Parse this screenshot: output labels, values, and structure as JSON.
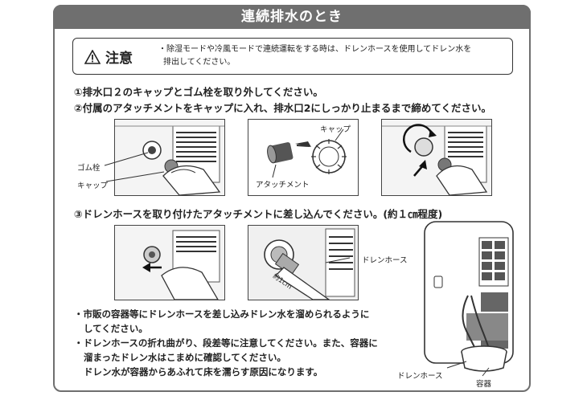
{
  "header": {
    "title": "連続排水のとき"
  },
  "caution": {
    "icon": "warning-triangle-icon",
    "label": "注意",
    "text_line1": "・除湿モードや冷風モードで連続運転をする時は、ドレンホースを使用してドレン水を",
    "text_line2": "排出してください。"
  },
  "steps": {
    "s1": "①排水口２のキャップとゴム栓を取り外してください。",
    "s2": "②付属のアタッチメントをキャップに入れ、排水口2にしっかり止まるまで締めてください。",
    "s3": "③ドレンホースを取り付けたアタッチメントに差し込んでください。(約１㎝程度)"
  },
  "labels": {
    "rubber_plug": "ゴム栓",
    "cap_left": "キャップ",
    "cap_center": "キャップ",
    "attachment": "アタッチメント",
    "drain_hose_mid": "ドレンホース",
    "approx_1cm": "約1cm",
    "drain_hose_bottom": "ドレンホース",
    "container": "容器"
  },
  "notes": {
    "n1a": "・市販の容器等にドレンホースを差し込みドレン水を溜められるように",
    "n1b": "してください。",
    "n2a": "・ドレンホースの折れ曲がり、段差等に注意してください。また、容器に",
    "n2b": "溜まったドレン水はこまめに確認してください。",
    "n2c": "ドレン水が容器からあふれて床を濡らす原因になります。"
  }
}
